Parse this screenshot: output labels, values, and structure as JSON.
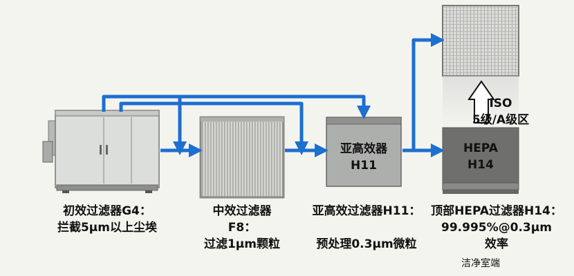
{
  "stages": [
    {
      "caption": [
        "初效过滤器G4：",
        "拦截5μm以上尘埃"
      ]
    },
    {
      "caption": [
        "中效过滤器",
        "F8：",
        "过滤1μm颗粒"
      ]
    },
    {
      "label": [
        "亚高效器",
        "H11"
      ],
      "caption": [
        "亚高效过滤器H11：",
        "预处理0.3μm微粒"
      ]
    },
    {
      "label": [
        "HEPA",
        "H14"
      ],
      "caption": [
        "顶部HEPA过滤器H14：",
        "99.995%@0.3μm",
        "效率"
      ]
    }
  ],
  "iso_label": [
    "ISO",
    "5级/A级区"
  ],
  "cleanroom_end": "洁净室端",
  "colors": {
    "pipe": "#1d6fd0",
    "pipe_dark": "#0f4fa3",
    "cabinet": "#d9dbd8",
    "frame": "#9a9a94"
  }
}
